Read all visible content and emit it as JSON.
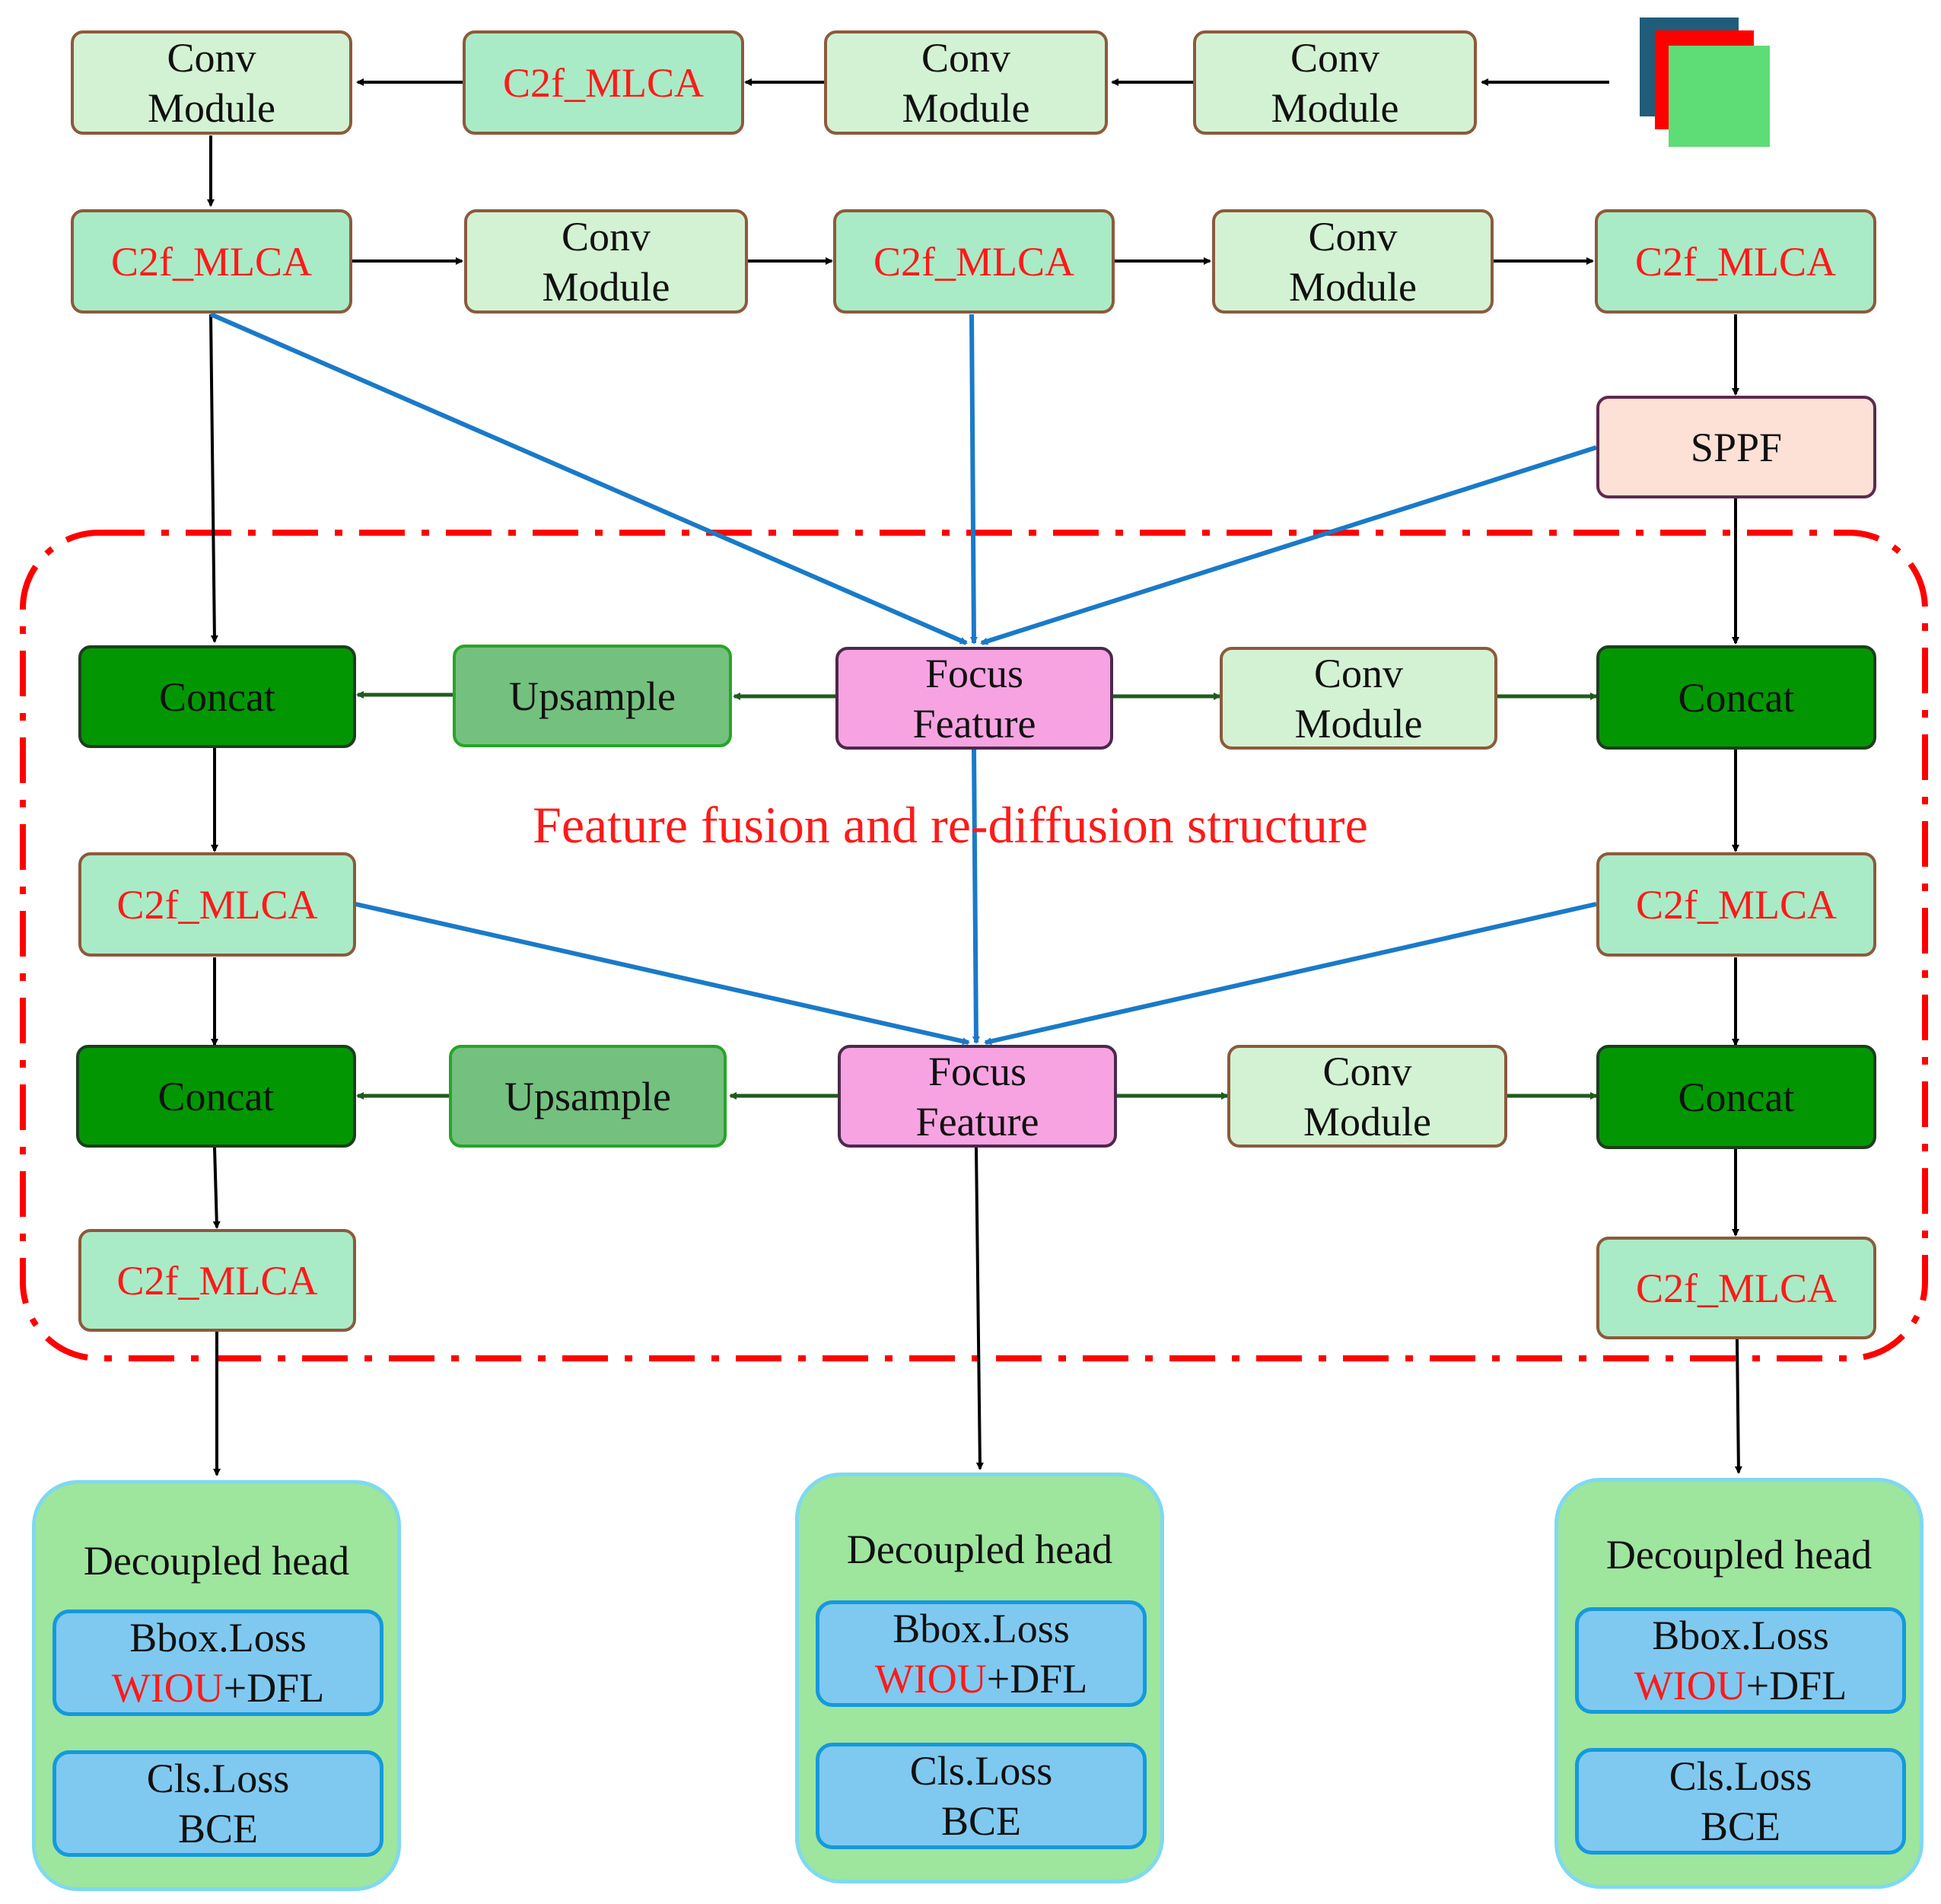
{
  "diagram": {
    "fusion_label": "Feature fusion and re-diffusion structure",
    "colors": {
      "backbone_arrow": "#000000",
      "fusion_arrow": "#1a7ac8",
      "neck_arrow": "#1e5c1e",
      "fusion_region": "#ff0000",
      "input_image": [
        "#1f5d7a",
        "#ff0000",
        "#5edc76"
      ]
    },
    "backbone_row1": [
      {
        "line1": "Conv",
        "line2": "Module"
      },
      {
        "label": "C2f_MLCA"
      },
      {
        "line1": "Conv",
        "line2": "Module"
      },
      {
        "line1": "Conv",
        "line2": "Module"
      }
    ],
    "backbone_row2": [
      {
        "label": "C2f_MLCA"
      },
      {
        "line1": "Conv",
        "line2": "Module"
      },
      {
        "label": "C2f_MLCA"
      },
      {
        "line1": "Conv",
        "line2": "Module"
      },
      {
        "label": "C2f_MLCA"
      }
    ],
    "sppf": "SPPF",
    "neck_row1": {
      "concat_left": "Concat",
      "upsample": "Upsample",
      "focus": {
        "line1": "Focus",
        "line2": "Feature"
      },
      "conv": {
        "line1": "Conv",
        "line2": "Module"
      },
      "concat_right": "Concat"
    },
    "neck_row2": {
      "c2f_left": "C2f_MLCA",
      "c2f_right": "C2f_MLCA"
    },
    "neck_row3": {
      "concat_left": "Concat",
      "upsample": "Upsample",
      "focus": {
        "line1": "Focus",
        "line2": "Feature"
      },
      "conv": {
        "line1": "Conv",
        "line2": "Module"
      },
      "concat_right": "Concat"
    },
    "neck_row4": {
      "c2f_left": "C2f_MLCA",
      "c2f_right": "C2f_MLCA"
    },
    "heads": [
      {
        "title": "Decoupled head",
        "bbox_title": "Bbox.Loss",
        "bbox_red": "WIOU",
        "bbox_rest": "+DFL",
        "cls_title": "Cls.Loss",
        "cls_value": "BCE"
      },
      {
        "title": "Decoupled head",
        "bbox_title": "Bbox.Loss",
        "bbox_red": "WIOU",
        "bbox_rest": "+DFL",
        "cls_title": "Cls.Loss",
        "cls_value": "BCE"
      },
      {
        "title": "Decoupled head",
        "bbox_title": "Bbox.Loss",
        "bbox_red": "WIOU",
        "bbox_rest": "+DFL",
        "cls_title": "Cls.Loss",
        "cls_value": "BCE"
      }
    ]
  }
}
